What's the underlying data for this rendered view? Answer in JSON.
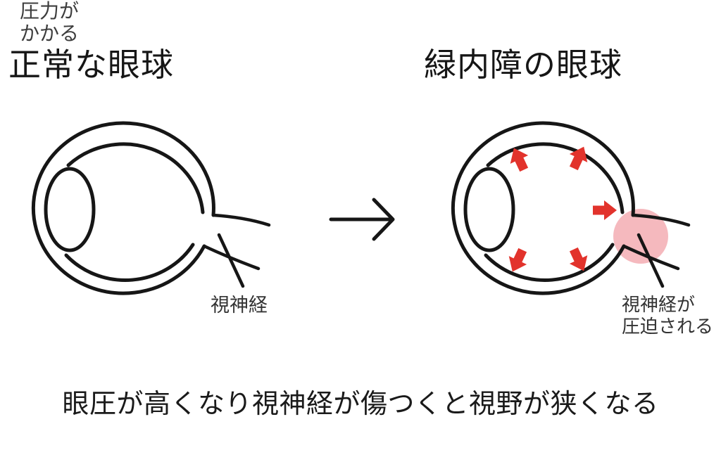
{
  "header": {
    "left_title": "正常な眼球",
    "right_title": "緑内障の眼球"
  },
  "left_eye": {
    "nerve_label": "視神経"
  },
  "right_eye": {
    "pressure_line1": "圧力が",
    "pressure_line2": "かかる",
    "nerve_line1": "視神経が",
    "nerve_line2": "圧迫される"
  },
  "caption": "眼圧が高くなり視神経が傷つくと視野が狭くなる",
  "colors": {
    "ink": "#161616",
    "arrow_red": "#e2332c",
    "nerve_highlight_pink": "#f5b9be"
  },
  "icons": {
    "transition_arrow": "right-arrow-icon",
    "pressure_arrows": "outward-block-arrow-icon"
  }
}
